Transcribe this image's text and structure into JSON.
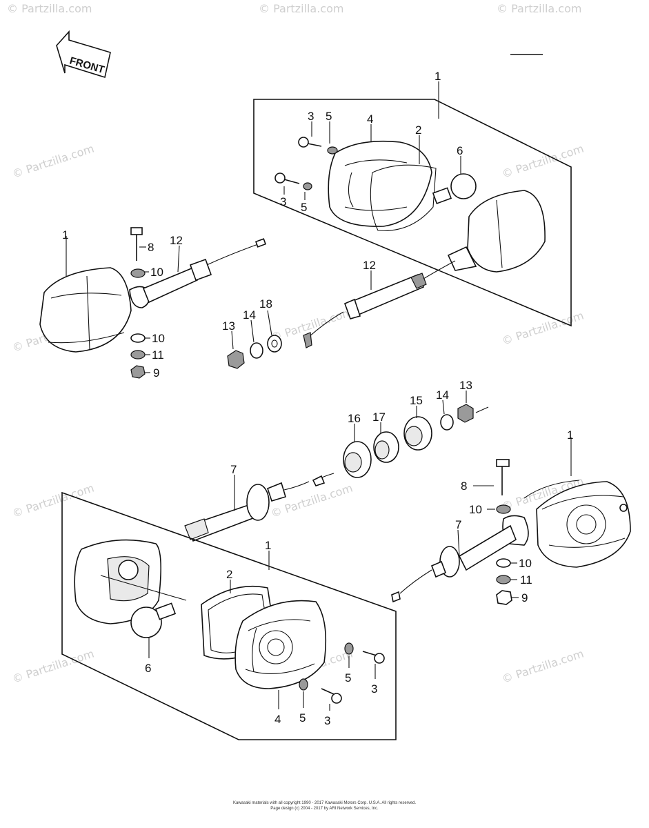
{
  "front_label": "FRONT",
  "callouts": {
    "top_assembly": {
      "ref": "1"
    },
    "top_gasket": "2",
    "top_screw_a": "3",
    "top_washer_a": "5",
    "top_lens": "4",
    "top_bulb": "6",
    "top_screw_b": "3",
    "top_washer_b": "5",
    "left_assembly": "1",
    "left_bolt": "8",
    "left_stem": "12",
    "left_washer_top": "10",
    "left_washer_low": "10",
    "left_lockwasher": "11",
    "left_nut": "9",
    "mid_stem": "12",
    "mid_nut": "13",
    "mid_washer": "14",
    "mid_grommet": "18",
    "r_nut": "13",
    "r_washer": "14",
    "r_grommet": "15",
    "r_bushing": "17",
    "r_damper": "16",
    "bottom_stem": "7",
    "bottom_assembly": "1",
    "bottom_gasket": "2",
    "bottom_bulb": "6",
    "bottom_lens": "4",
    "bottom_washer_a": "5",
    "bottom_screw_a": "3",
    "bottom_washer_b": "5",
    "bottom_screw_b": "3",
    "right_assembly": "1",
    "right_bolt": "8",
    "right_washer_top": "10",
    "right_stem": "7",
    "right_washer_low": "10",
    "right_lockwasher": "11",
    "right_nut": "9"
  },
  "watermark": "© Partzilla.com",
  "copyright_line1": "Kawasaki materials with all copyright 1990 - 2017 Kawasaki Motors Corp. U.S.A. All rights reserved.",
  "copyright_line2": "Page design (c) 2004 - 2017 by ARI Network Services, Inc."
}
